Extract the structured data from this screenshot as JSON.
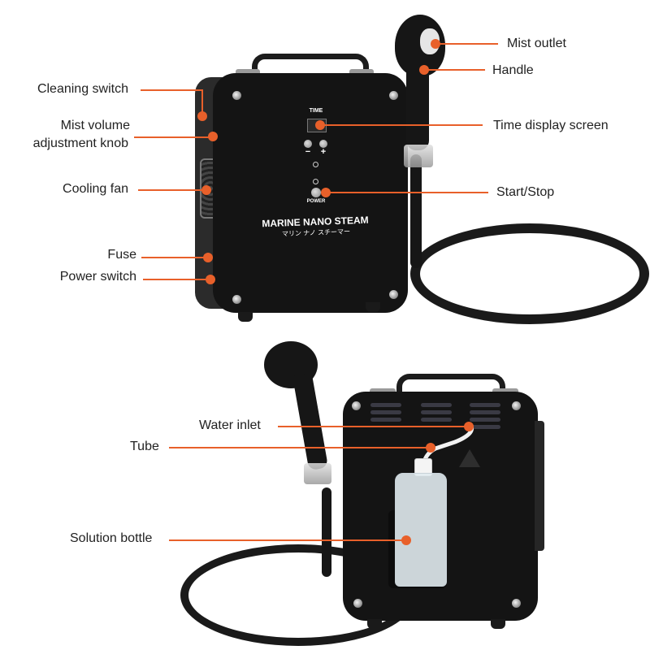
{
  "title": "Marine Nano Steam device diagram",
  "accent_color": "#e8602a",
  "front_unit": {
    "panel_label_time": "TIME",
    "panel_label_minus": "−",
    "panel_label_plus": "+",
    "panel_label_power": "POWER",
    "brand_name": "MARINE NANO STEAM",
    "brand_name_jp": "マリン ナノ スチーマー"
  },
  "callouts_top": {
    "cleaning_switch": "Cleaning switch",
    "mist_volume_line1": "Mist volume",
    "mist_volume_line2": "adjustment knob",
    "cooling_fan": "Cooling fan",
    "fuse": "Fuse",
    "power_switch": "Power switch",
    "mist_outlet": "Mist outlet",
    "handle": "Handle",
    "time_display": "Time display screen",
    "start_stop": "Start/Stop"
  },
  "callouts_bottom": {
    "water_inlet": "Water inlet",
    "tube": "Tube",
    "solution_bottle": "Solution bottle"
  }
}
